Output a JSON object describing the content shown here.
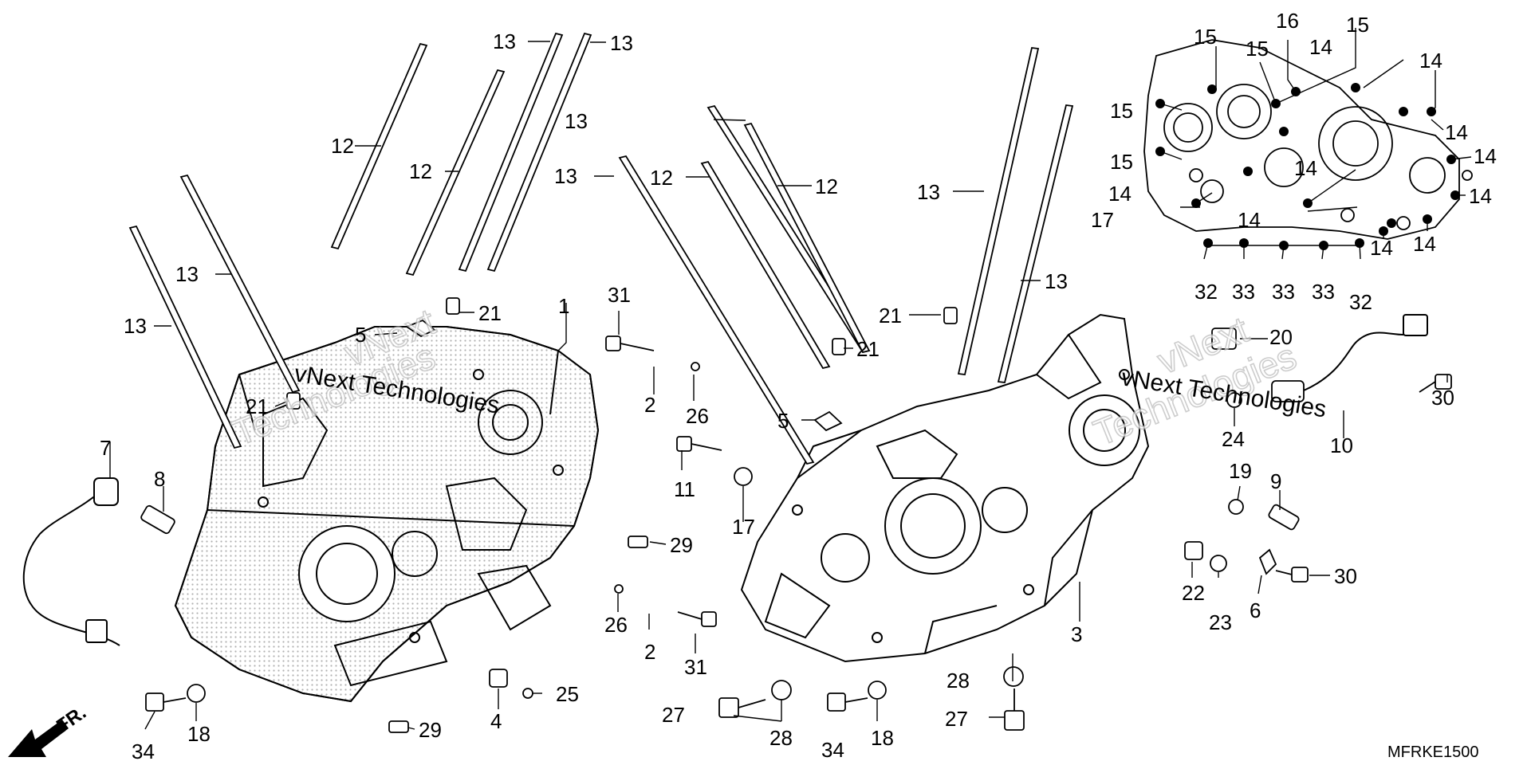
{
  "diagram": {
    "code": "MFRKE1500",
    "front_label": "FR.",
    "watermark_line1": "vNext",
    "watermark_line2": "Technologies",
    "watermark_brand": "vNext Technologies",
    "colors": {
      "line": "#000000",
      "stipple": "#b0b0b0",
      "background": "#ffffff"
    },
    "callouts": [
      {
        "id": "c1",
        "text": "12"
      },
      {
        "id": "c2",
        "text": "12"
      },
      {
        "id": "c3",
        "text": "13"
      },
      {
        "id": "c4",
        "text": "13"
      },
      {
        "id": "c5",
        "text": "13"
      },
      {
        "id": "c6",
        "text": "13"
      },
      {
        "id": "c7",
        "text": "21"
      },
      {
        "id": "c8",
        "text": "5"
      },
      {
        "id": "c9",
        "text": "21"
      },
      {
        "id": "c10",
        "text": "1"
      },
      {
        "id": "c11",
        "text": "31"
      },
      {
        "id": "c12",
        "text": "2"
      },
      {
        "id": "c13",
        "text": "26"
      },
      {
        "id": "c14",
        "text": "7"
      },
      {
        "id": "c15",
        "text": "8"
      },
      {
        "id": "c16",
        "text": "11"
      },
      {
        "id": "c17",
        "text": "17"
      },
      {
        "id": "c18",
        "text": "29"
      },
      {
        "id": "c19",
        "text": "26"
      },
      {
        "id": "c20",
        "text": "2"
      },
      {
        "id": "c21",
        "text": "31"
      },
      {
        "id": "c22",
        "text": "25"
      },
      {
        "id": "c23",
        "text": "4"
      },
      {
        "id": "c24",
        "text": "29"
      },
      {
        "id": "c25",
        "text": "34"
      },
      {
        "id": "c26",
        "text": "18"
      },
      {
        "id": "c27",
        "text": "13"
      },
      {
        "id": "c28",
        "text": "12"
      },
      {
        "id": "c29",
        "text": "12"
      },
      {
        "id": "c30",
        "text": "13"
      },
      {
        "id": "c31",
        "text": "5"
      },
      {
        "id": "c32",
        "text": "21"
      },
      {
        "id": "c33",
        "text": "21"
      },
      {
        "id": "c34",
        "text": "13"
      },
      {
        "id": "c35",
        "text": "13"
      },
      {
        "id": "c36",
        "text": "3"
      },
      {
        "id": "c37",
        "text": "27"
      },
      {
        "id": "c38",
        "text": "28"
      },
      {
        "id": "c39",
        "text": "34"
      },
      {
        "id": "c40",
        "text": "18"
      },
      {
        "id": "c41",
        "text": "28"
      },
      {
        "id": "c42",
        "text": "27"
      },
      {
        "id": "c43",
        "text": "20"
      },
      {
        "id": "c44",
        "text": "24"
      },
      {
        "id": "c45",
        "text": "10"
      },
      {
        "id": "c46",
        "text": "30"
      },
      {
        "id": "c47",
        "text": "19"
      },
      {
        "id": "c48",
        "text": "9"
      },
      {
        "id": "c49",
        "text": "22"
      },
      {
        "id": "c50",
        "text": "23"
      },
      {
        "id": "c51",
        "text": "6"
      },
      {
        "id": "c52",
        "text": "30"
      },
      {
        "id": "c53",
        "text": "16"
      },
      {
        "id": "c54",
        "text": "15"
      },
      {
        "id": "c55",
        "text": "15"
      },
      {
        "id": "c56",
        "text": "15"
      },
      {
        "id": "c57",
        "text": "15"
      },
      {
        "id": "c58",
        "text": "15"
      },
      {
        "id": "c59",
        "text": "14"
      },
      {
        "id": "c60",
        "text": "14"
      },
      {
        "id": "c61",
        "text": "14"
      },
      {
        "id": "c62",
        "text": "14"
      },
      {
        "id": "c63",
        "text": "14"
      },
      {
        "id": "c64",
        "text": "14"
      },
      {
        "id": "c65",
        "text": "14"
      },
      {
        "id": "c66",
        "text": "14"
      },
      {
        "id": "c67",
        "text": "14"
      },
      {
        "id": "c68",
        "text": "14"
      },
      {
        "id": "c69",
        "text": "17"
      },
      {
        "id": "c70",
        "text": "32"
      },
      {
        "id": "c71",
        "text": "33"
      },
      {
        "id": "c72",
        "text": "33"
      },
      {
        "id": "c73",
        "text": "33"
      },
      {
        "id": "c74",
        "text": "32"
      }
    ]
  }
}
